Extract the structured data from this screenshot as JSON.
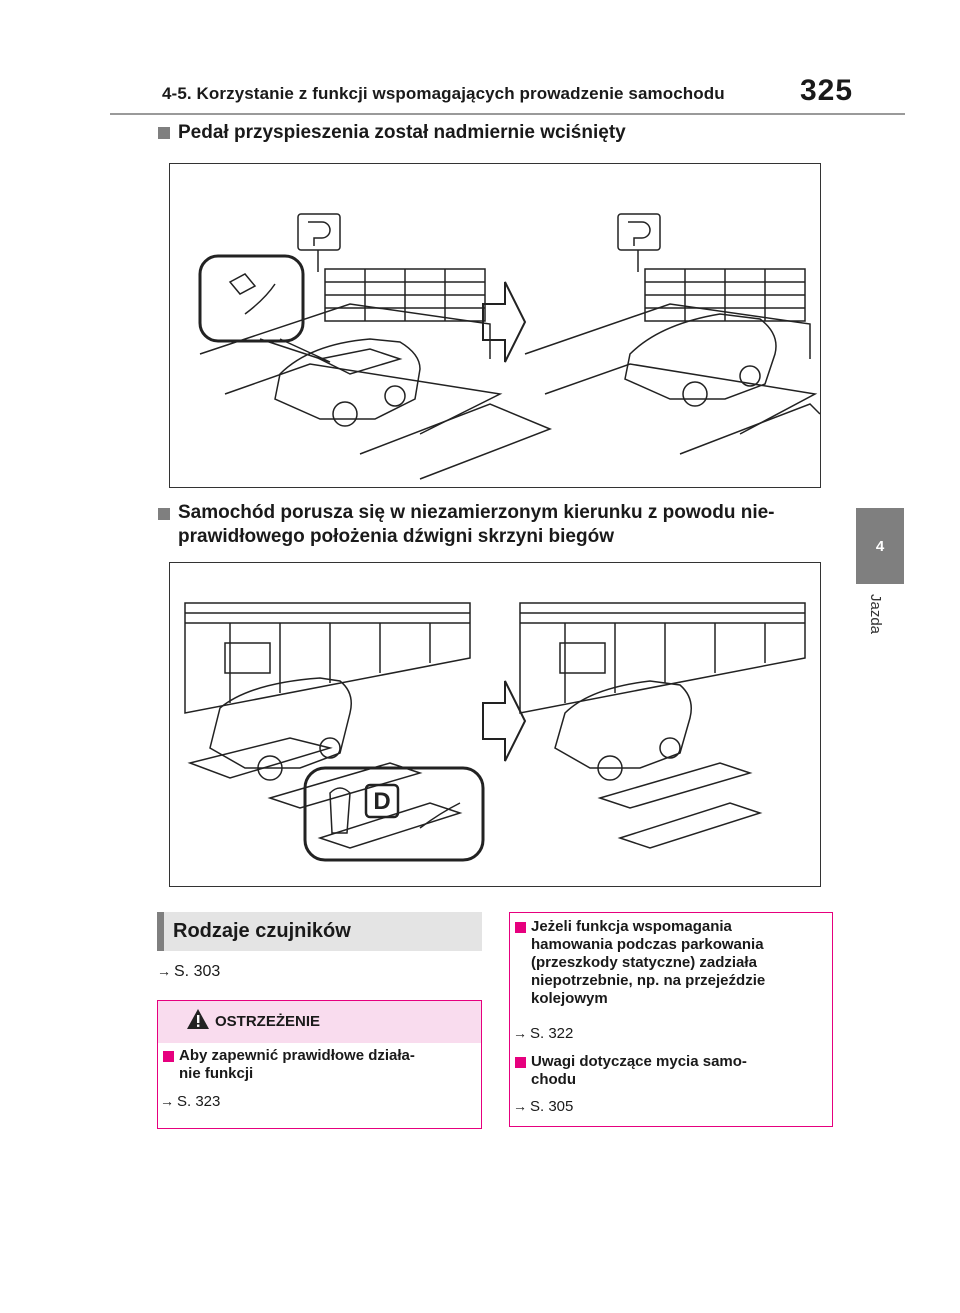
{
  "header": {
    "title": "4-5. Korzystanie z funkcji wspomagających prowadzenie samochodu",
    "page_number": "325"
  },
  "side_tab": {
    "chapter": "4",
    "label": "Jazda"
  },
  "section1": {
    "heading": "Pedał przyspieszenia został nadmiernie wciśnięty"
  },
  "section2": {
    "heading_line1": "Samochód porusza się w niezamierzonym kierunku z powodu nie-",
    "heading_line2": "prawidłowego położenia dźwigni skrzyni biegów",
    "gear_letter": "D"
  },
  "sensors": {
    "title": "Rodzaje czujników",
    "ref": "S. 303"
  },
  "warning": {
    "title": "OSTRZEŻENIE",
    "item_line1": "Aby zapewnić prawidłowe działa-",
    "item_line2": "nie funkcji",
    "ref": "S. 323"
  },
  "info": {
    "item1_lines": [
      "Jeżeli funkcja wspomagania",
      "hamowania podczas parkowania",
      "(przeszkody statyczne) zadziała",
      "niepotrzebnie, np. na przejeździe",
      "kolejowym"
    ],
    "item1_ref": "S. 322",
    "item2_line1": "Uwagi dotyczące mycia samo-",
    "item2_line2": "chodu",
    "item2_ref": "S. 305"
  },
  "icons": {
    "arrow": "right-arrow-icon",
    "warning": "warning-triangle-icon"
  },
  "colors": {
    "accent_pink": "#e6007e",
    "tab_gray": "#7f7f7f",
    "warn_bg": "#f9dcee"
  }
}
